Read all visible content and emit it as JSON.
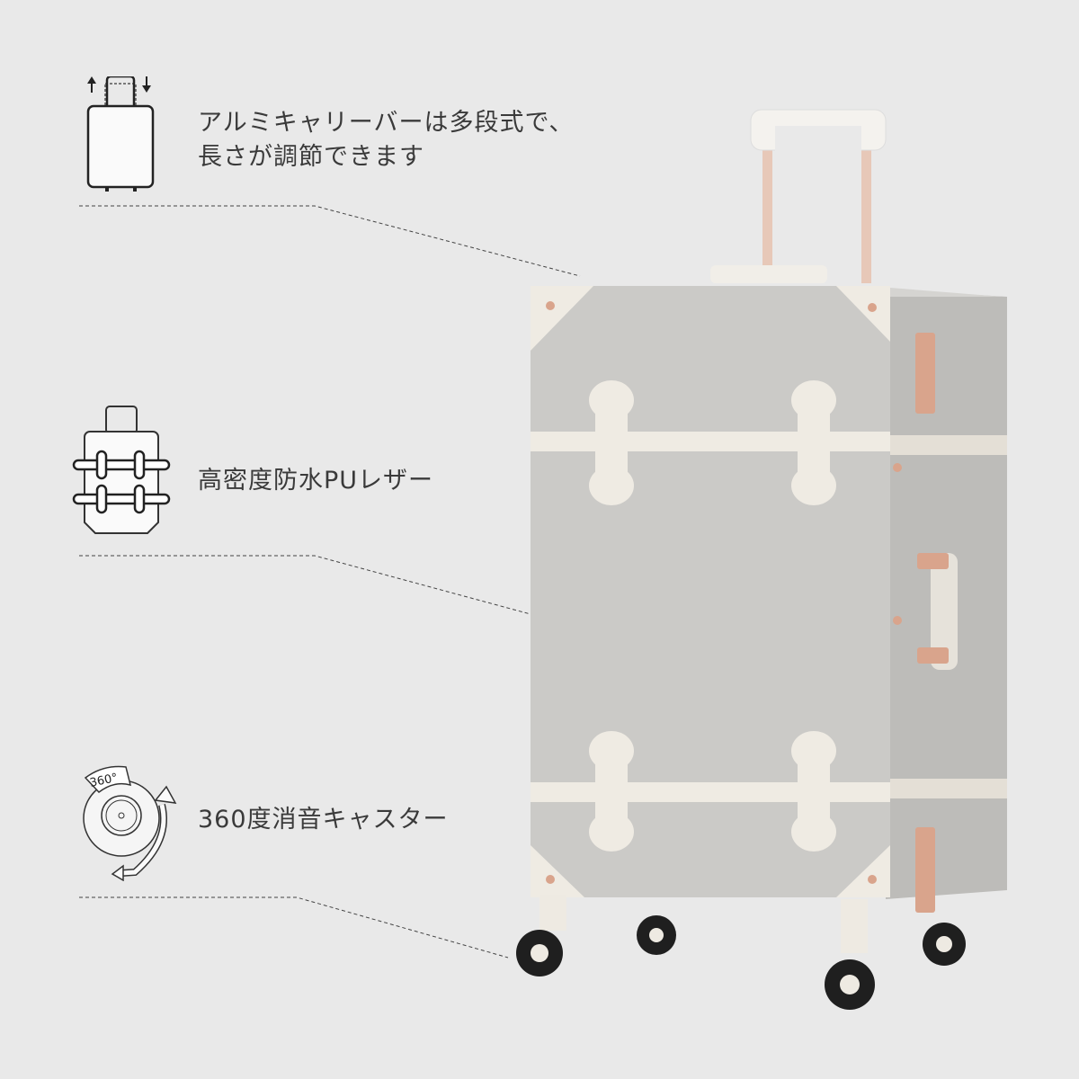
{
  "features": [
    {
      "icon": "telescoping-handle-icon",
      "lines": [
        "アルミキャリーバーは多段式で、",
        "長さが調節できます"
      ]
    },
    {
      "icon": "strapped-leather-case-icon",
      "lines": [
        "高密度防水PUレザー"
      ]
    },
    {
      "icon": "spinner-wheel-360-icon",
      "badge": "360°",
      "lines": [
        "360度消音キャスター"
      ]
    }
  ],
  "colors": {
    "background": "#e9e9e9",
    "case_body": "#c9c8c5",
    "trim": "#ece8e0",
    "hardware": "#d9a48c",
    "text": "#3a3a3a"
  }
}
